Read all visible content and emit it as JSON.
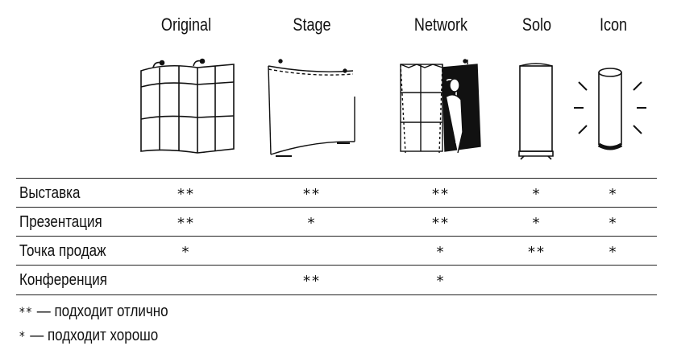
{
  "columns": [
    {
      "name": "Original",
      "icon": "original-display-icon"
    },
    {
      "name": "Stage",
      "icon": "stage-display-icon"
    },
    {
      "name": "Network",
      "icon": "network-display-icon"
    },
    {
      "name": "Solo",
      "icon": "solo-display-icon"
    },
    {
      "name": "Icon",
      "icon": "icon-display-icon"
    }
  ],
  "rows": [
    {
      "label": "Выставка",
      "ratings": [
        "**",
        "**",
        "**",
        "*",
        "*"
      ]
    },
    {
      "label": "Презентация",
      "ratings": [
        "**",
        "*",
        "**",
        "*",
        "*"
      ]
    },
    {
      "label": "Точка продаж",
      "ratings": [
        "*",
        "",
        "*",
        "**",
        "*"
      ]
    },
    {
      "label": "Конференция",
      "ratings": [
        "",
        "**",
        "*",
        "",
        ""
      ]
    }
  ],
  "legend": [
    {
      "symbol": "**",
      "text": "— подходит отлично"
    },
    {
      "symbol": "*",
      "text": "— подходит хорошо"
    }
  ]
}
